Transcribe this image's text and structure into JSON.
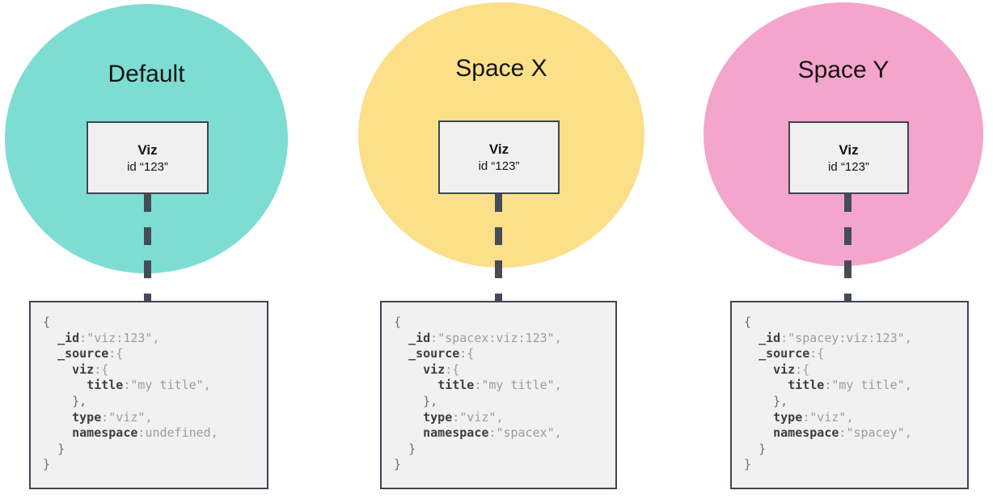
{
  "colors": {
    "default_circle": "#7DDDD3",
    "space_x_circle": "#FBDF89",
    "space_y_circle": "#F4A5CB",
    "connector": "#454C58",
    "node_border": "#3E4551",
    "node_fill": "#F0F0F1",
    "code_fill": "#F1F1F2",
    "code_key_text": "#3E3E3E",
    "code_value_text": "#9D9D9D",
    "code_brace_text": "#6E6E6E"
  },
  "columns": [
    {
      "label": "Default",
      "viz_node": {
        "title": "Viz",
        "id_line": "id “123”"
      },
      "document": {
        "lines": [
          [
            [
              "brace",
              "{"
            ]
          ],
          [
            [
              "plain",
              "  "
            ],
            [
              "key",
              "_id"
            ],
            [
              "punct",
              ":"
            ],
            [
              "str",
              "\"viz:123\""
            ],
            [
              "punct",
              ","
            ]
          ],
          [
            [
              "plain",
              "  "
            ],
            [
              "key",
              "_source"
            ],
            [
              "punct",
              ":{"
            ]
          ],
          [
            [
              "plain",
              "    "
            ],
            [
              "key",
              "viz"
            ],
            [
              "punct",
              ":{"
            ]
          ],
          [
            [
              "plain",
              "      "
            ],
            [
              "key",
              "title"
            ],
            [
              "punct",
              ":"
            ],
            [
              "str",
              "\"my title\""
            ],
            [
              "punct",
              ","
            ]
          ],
          [
            [
              "plain",
              "    "
            ],
            [
              "brace",
              "},"
            ]
          ],
          [
            [
              "plain",
              "    "
            ],
            [
              "key",
              "type"
            ],
            [
              "punct",
              ":"
            ],
            [
              "str",
              "\"viz\""
            ],
            [
              "punct",
              ","
            ]
          ],
          [
            [
              "plain",
              "    "
            ],
            [
              "key",
              "namespace"
            ],
            [
              "punct",
              ":"
            ],
            [
              "str",
              "undefined"
            ],
            [
              "punct",
              ","
            ]
          ],
          [
            [
              "plain",
              "  "
            ],
            [
              "brace",
              "}"
            ]
          ],
          [
            [
              "brace",
              "}"
            ]
          ]
        ]
      }
    },
    {
      "label": "Space X",
      "viz_node": {
        "title": "Viz",
        "id_line": "id “123”"
      },
      "document": {
        "lines": [
          [
            [
              "brace",
              "{"
            ]
          ],
          [
            [
              "plain",
              "  "
            ],
            [
              "key",
              "_id"
            ],
            [
              "punct",
              ":"
            ],
            [
              "str",
              "\"spacex:viz:123\""
            ],
            [
              "punct",
              ","
            ]
          ],
          [
            [
              "plain",
              "  "
            ],
            [
              "key",
              "_source"
            ],
            [
              "punct",
              ":{"
            ]
          ],
          [
            [
              "plain",
              "    "
            ],
            [
              "key",
              "viz"
            ],
            [
              "punct",
              ":{"
            ]
          ],
          [
            [
              "plain",
              "      "
            ],
            [
              "key",
              "title"
            ],
            [
              "punct",
              ":"
            ],
            [
              "str",
              "\"my title\""
            ],
            [
              "punct",
              ","
            ]
          ],
          [
            [
              "plain",
              "    "
            ],
            [
              "brace",
              "},"
            ]
          ],
          [
            [
              "plain",
              "    "
            ],
            [
              "key",
              "type"
            ],
            [
              "punct",
              ":"
            ],
            [
              "str",
              "\"viz\""
            ],
            [
              "punct",
              ","
            ]
          ],
          [
            [
              "plain",
              "    "
            ],
            [
              "key",
              "namespace"
            ],
            [
              "punct",
              ":"
            ],
            [
              "str",
              "\"spacex\""
            ],
            [
              "punct",
              ","
            ]
          ],
          [
            [
              "plain",
              "  "
            ],
            [
              "brace",
              "}"
            ]
          ],
          [
            [
              "brace",
              "}"
            ]
          ]
        ]
      }
    },
    {
      "label": "Space Y",
      "viz_node": {
        "title": "Viz",
        "id_line": "id “123”"
      },
      "document": {
        "lines": [
          [
            [
              "brace",
              "{"
            ]
          ],
          [
            [
              "plain",
              "  "
            ],
            [
              "key",
              "_id"
            ],
            [
              "punct",
              ":"
            ],
            [
              "str",
              "\"spacey:viz:123\""
            ],
            [
              "punct",
              ","
            ]
          ],
          [
            [
              "plain",
              "  "
            ],
            [
              "key",
              "_source"
            ],
            [
              "punct",
              ":{"
            ]
          ],
          [
            [
              "plain",
              "    "
            ],
            [
              "key",
              "viz"
            ],
            [
              "punct",
              ":{"
            ]
          ],
          [
            [
              "plain",
              "      "
            ],
            [
              "key",
              "title"
            ],
            [
              "punct",
              ":"
            ],
            [
              "str",
              "\"my title\""
            ],
            [
              "punct",
              ","
            ]
          ],
          [
            [
              "plain",
              "    "
            ],
            [
              "brace",
              "},"
            ]
          ],
          [
            [
              "plain",
              "    "
            ],
            [
              "key",
              "type"
            ],
            [
              "punct",
              ":"
            ],
            [
              "str",
              "\"viz\""
            ],
            [
              "punct",
              ","
            ]
          ],
          [
            [
              "plain",
              "    "
            ],
            [
              "key",
              "namespace"
            ],
            [
              "punct",
              ":"
            ],
            [
              "str",
              "\"spacey\""
            ],
            [
              "punct",
              ","
            ]
          ],
          [
            [
              "plain",
              "  "
            ],
            [
              "brace",
              "}"
            ]
          ],
          [
            [
              "brace",
              "}"
            ]
          ]
        ]
      }
    }
  ]
}
